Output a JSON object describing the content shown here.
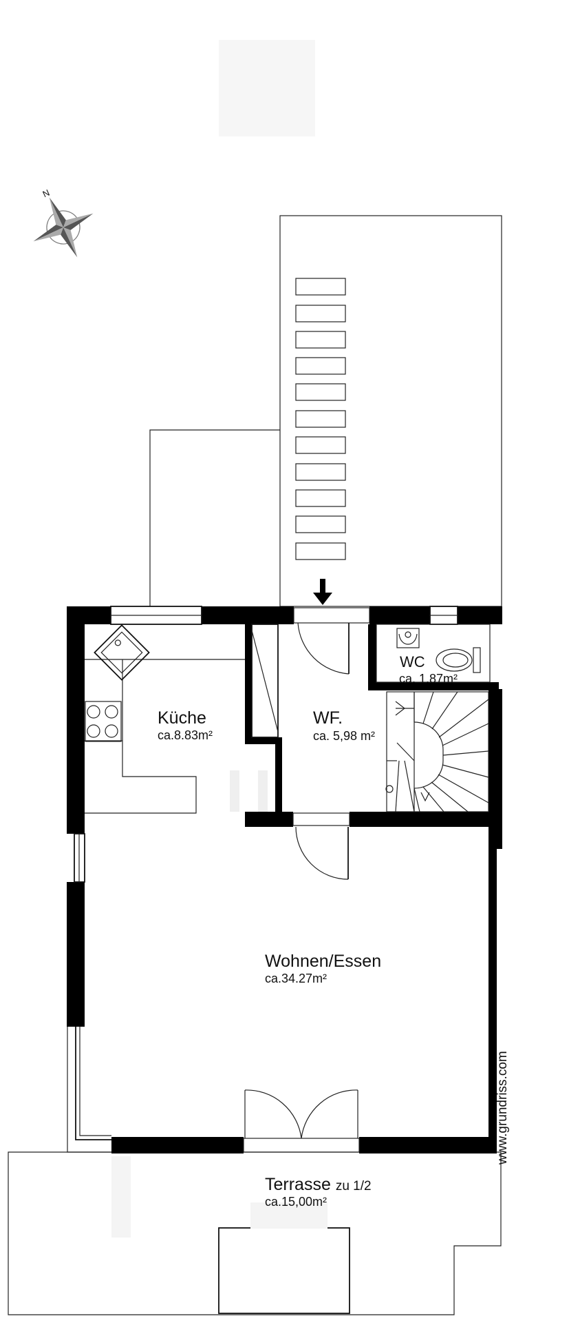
{
  "compass": {
    "label": "N",
    "icon": "compass-rose-icon"
  },
  "rooms": [
    {
      "id": "kueche",
      "name": "Küche",
      "area": "ca.8.83m²"
    },
    {
      "id": "wf",
      "name": "WF.",
      "area": "ca. 5,98 m²"
    },
    {
      "id": "wc",
      "name": "WC",
      "area": "ca. 1.87m²"
    },
    {
      "id": "wohnen",
      "name": "Wohnen/Essen",
      "area": "ca.34.27m²"
    },
    {
      "id": "terrasse",
      "name": "Terrasse",
      "name_suffix": "zu 1/2",
      "area": "ca.15,00m²"
    }
  ],
  "watermark": "www.grundriss.com",
  "entrance_icon": "entrance-arrow-icon"
}
